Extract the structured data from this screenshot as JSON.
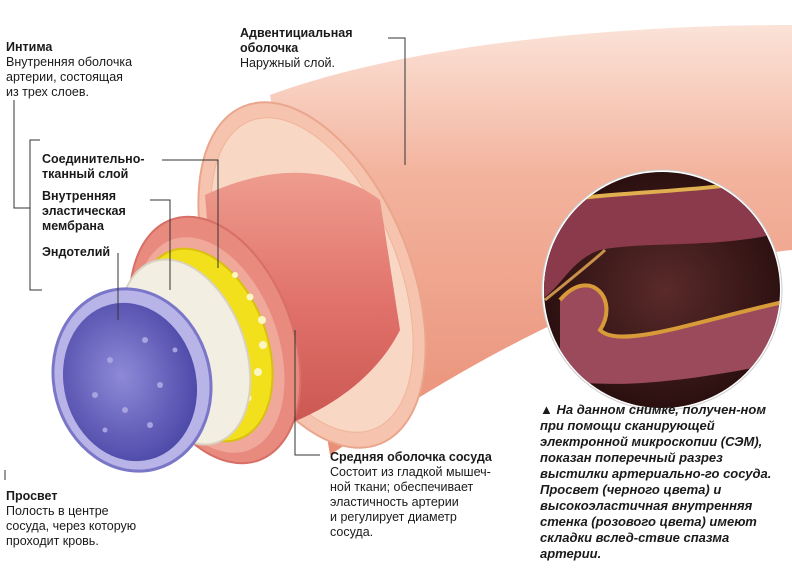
{
  "labels": {
    "intima": {
      "title": "Интима",
      "desc": "Внутренняя оболочка\nартерии, состоящая\nиз трех слоев."
    },
    "adventitia": {
      "title": "Адвентициальная\nоболочка",
      "desc": "Наружный слой."
    },
    "connective": "Соединительно-\nтканный слой",
    "elastic": "Внутренняя\nэластическая\nмембрана",
    "endothelium": "Эндотелий",
    "lumen": {
      "title": "Просвет",
      "desc": "Полость в центре\nсосуда, через которую\nпроходит кровь."
    },
    "media": {
      "title": "Средняя оболочка сосуда",
      "desc": "Состоит из гладкой мышеч-\nной ткани; обеспечивает\nэластичность артерии\nи регулирует диаметр\nсосуда."
    }
  },
  "caption": "▲ На данном снимке, получен-ном при помощи сканирующей электронной микроскопии (СЭМ), показан поперечный разрез выстилки артериально-го сосуда. Просвет (черного цвета) и высокоэластичная внутренняя стенка (розового цвета) имеют складки вслед-ствие спазма артерии.",
  "colors": {
    "adventitia": "#f1a48e",
    "media": "#e5796f",
    "yellow": "#f3e01c",
    "endothelium": "#8f85d4",
    "leader": "#333333"
  }
}
